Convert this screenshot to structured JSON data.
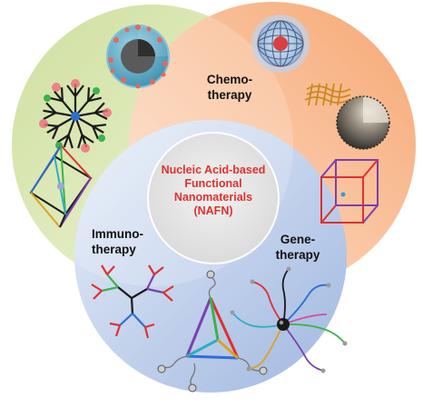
{
  "center": {
    "lines": [
      "Nucleic Acid-based",
      "Functional",
      "Nanomaterials",
      "(NAFN)"
    ],
    "color": "#e0302e"
  },
  "sections": {
    "chemo": {
      "line1": "Chemo-",
      "line2": "therapy",
      "color": "#d9e6a8"
    },
    "gene": {
      "line1": "Gene-",
      "line2": "therapy",
      "color": "#f7b585"
    },
    "immuno": {
      "line1": "Immuno-",
      "line2": "therapy",
      "color": "#b6c8e8"
    }
  },
  "icons": [
    "mesoporous-nanosphere-icon",
    "dna-dendrimer-icon",
    "dna-octahedron-icon",
    "dna-cage-nanosphere-icon",
    "dna-bundle-icon",
    "dark-nanoparticle-icon",
    "dna-prism-icon",
    "branched-dna-icon",
    "dna-tetrahedron-icon",
    "spherical-nucleic-acid-icon"
  ]
}
